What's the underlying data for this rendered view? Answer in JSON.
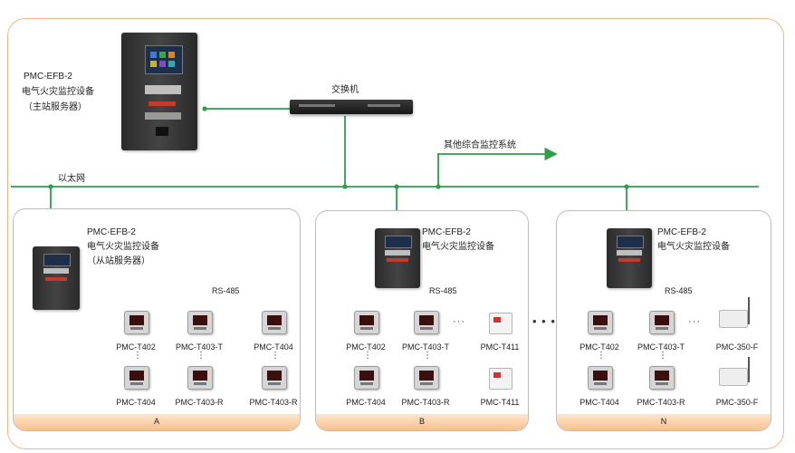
{
  "main_server": {
    "model": "PMC-EFB-2",
    "name": "电气火灾监控设备",
    "role": "（主站服务器）"
  },
  "switch_label": "交换机",
  "other_systems_label": "其他综合监控系统",
  "ethernet_label": "以太网",
  "between_panels": "• • •",
  "panels": [
    {
      "band_label": "A",
      "model": "PMC-EFB-2",
      "name": "电气火灾监控设备",
      "role": "（从站服务器）",
      "bus_label": "RS-485",
      "top_devices": [
        "PMC-T402",
        "PMC-T403-T",
        "PMC-T404"
      ],
      "bottom_devices": [
        "PMC-T404",
        "PMC-T403-R",
        "PMC-T403-R"
      ],
      "ellipsis": "⋮"
    },
    {
      "band_label": "B",
      "model": "PMC-EFB-2",
      "name": "电气火灾监控设备",
      "bus_label": "RS-485",
      "top_devices": [
        "PMC-T402",
        "PMC-T403-T",
        "PMC-T411"
      ],
      "bottom_devices": [
        "PMC-T404",
        "PMC-T403-R",
        "PMC-T411"
      ],
      "ellipsis": "⋮",
      "more": "···"
    },
    {
      "band_label": "N",
      "model": "PMC-EFB-2",
      "name": "电气火灾监控设备",
      "bus_label": "RS-485",
      "top_devices": [
        "PMC-T402",
        "PMC-T403-T",
        "PMC-350-F"
      ],
      "bottom_devices": [
        "PMC-T404",
        "PMC-T403-R",
        "PMC-350-F"
      ],
      "ellipsis": "⋮",
      "more": "···"
    }
  ],
  "colors": {
    "network_line": "#2e9e4b",
    "rs485_line": "#555555",
    "frame_border": "#f0b888",
    "panel_band": "#f7c08d"
  }
}
